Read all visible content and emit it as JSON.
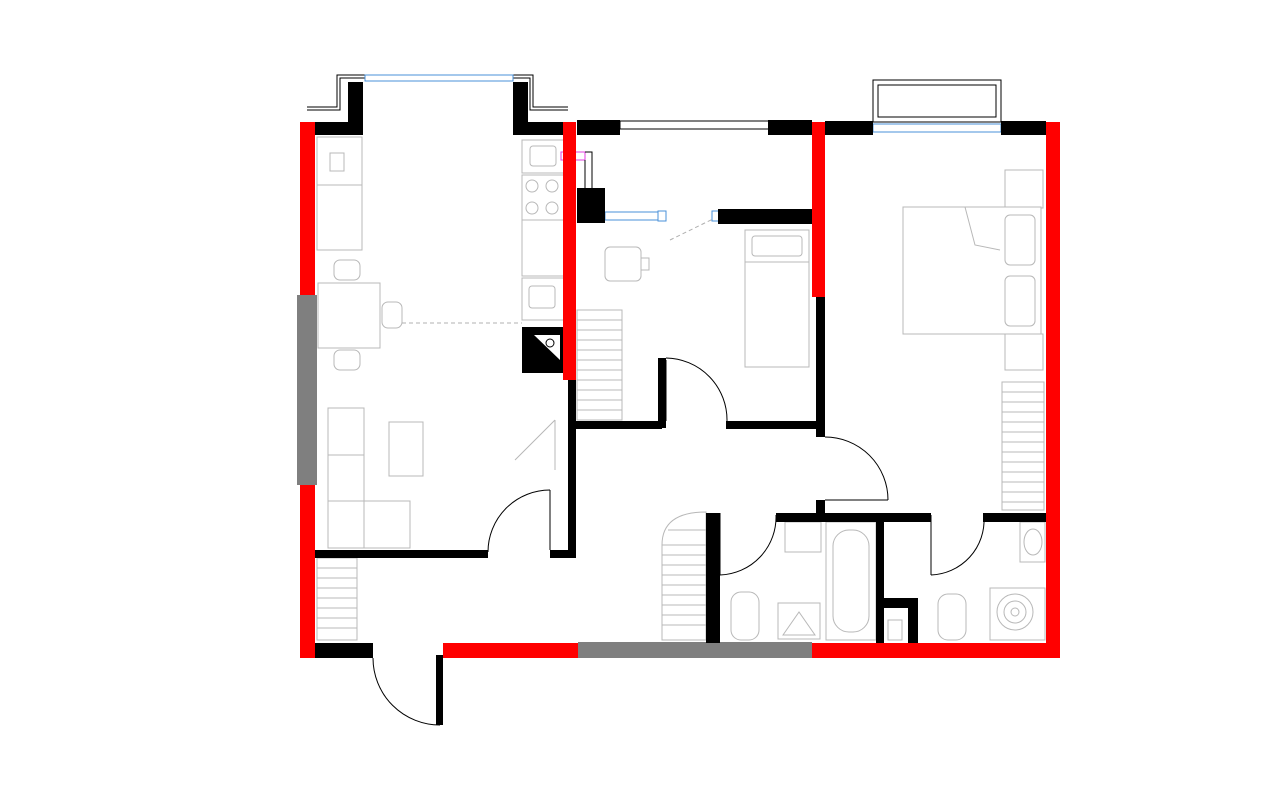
{
  "plan": {
    "colors": {
      "exterior_wall": "#ff0000",
      "interior_wall": "#000000",
      "structural_opening": "#7f7f7f",
      "glazing": "#4a90d9",
      "furniture": "#b8b8b8",
      "pipe_marker": "#e040e0"
    },
    "rooms": [
      "kitchen-living",
      "bedroom-small",
      "bedroom-main",
      "hallway",
      "bathroom",
      "toilet-shower"
    ],
    "icons": [
      "bed-icon",
      "sofa-icon",
      "stove-icon",
      "sink-icon",
      "bathtub-icon",
      "toilet-icon",
      "shower-icon",
      "table-icon",
      "desk-icon"
    ]
  }
}
